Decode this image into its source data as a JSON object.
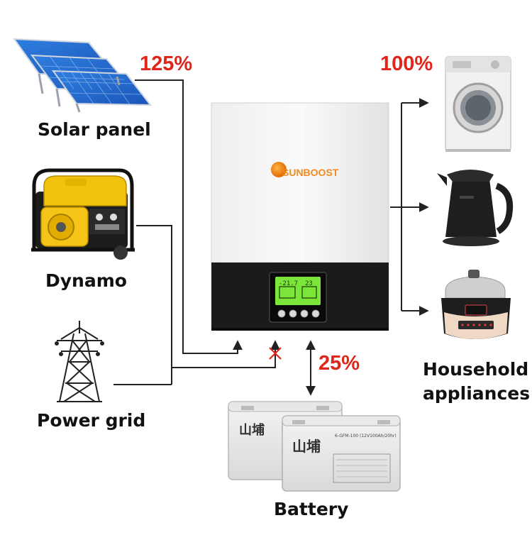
{
  "labels": {
    "solar": "Solar panel",
    "dynamo": "Dynamo",
    "grid": "Power grid",
    "battery": "Battery",
    "household_line1": "Household",
    "household_line2": "appliances"
  },
  "percentages": {
    "input": "125%",
    "output": "100%",
    "battery": "25%"
  },
  "brand": {
    "name": "SUNBOOST"
  },
  "battery_brand": {
    "mark": "山埔",
    "model": "6-GFM-100 (12V100Ah/20hr)"
  },
  "lcd": {
    "top_left": "-21.7",
    "top_right": "23"
  },
  "colors": {
    "accent_red": "#e0261b",
    "line": "#222222",
    "lcd_green": "#7be53a",
    "brand_orange": "#f08a1c"
  }
}
